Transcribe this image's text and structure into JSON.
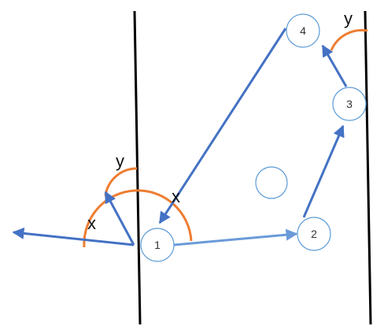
{
  "nodes": [
    {
      "id": "1",
      "label": "1"
    },
    {
      "id": "2",
      "label": "2"
    },
    {
      "id": "3",
      "label": "3"
    },
    {
      "id": "4",
      "label": "4"
    }
  ],
  "angle_labels": {
    "x_left": "x",
    "x_top": "x",
    "y_left": "y",
    "y_right": "y"
  },
  "colors": {
    "wall": "#000000",
    "arrow": "#4472c4",
    "arrow_light": "#6a9bd8",
    "arc": "#ed7d31",
    "node_stroke": "#5b9bd5"
  }
}
